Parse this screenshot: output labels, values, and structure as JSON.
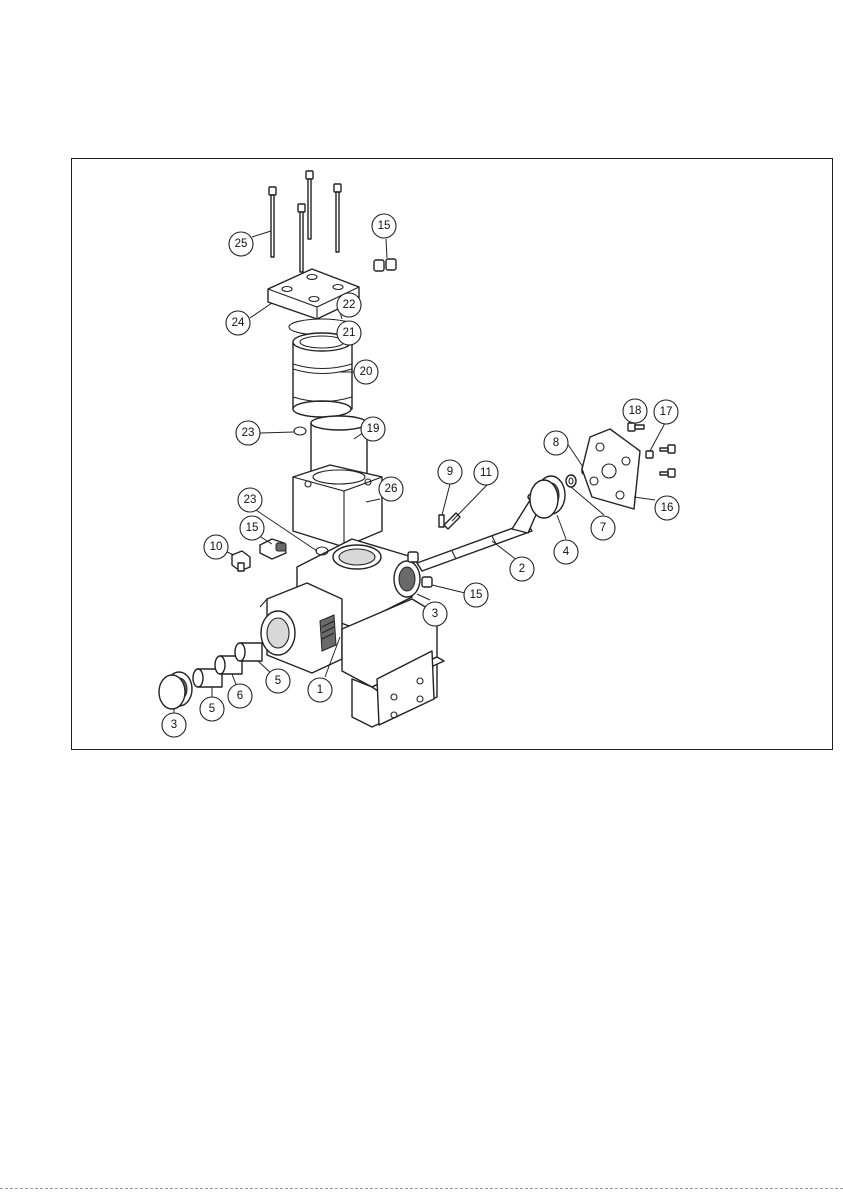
{
  "diagram": {
    "balloons": [
      {
        "id": "b25",
        "label": "25"
      },
      {
        "id": "b15a",
        "label": "15"
      },
      {
        "id": "b24",
        "label": "24"
      },
      {
        "id": "b22",
        "label": "22"
      },
      {
        "id": "b21",
        "label": "21"
      },
      {
        "id": "b20",
        "label": "20"
      },
      {
        "id": "b23a",
        "label": "23"
      },
      {
        "id": "b19",
        "label": "19"
      },
      {
        "id": "b26",
        "label": "26"
      },
      {
        "id": "b23b",
        "label": "23"
      },
      {
        "id": "b15b",
        "label": "15"
      },
      {
        "id": "b10",
        "label": "10"
      },
      {
        "id": "b9",
        "label": "9"
      },
      {
        "id": "b11",
        "label": "11"
      },
      {
        "id": "b8",
        "label": "8"
      },
      {
        "id": "b18",
        "label": "18"
      },
      {
        "id": "b17",
        "label": "17"
      },
      {
        "id": "b16",
        "label": "16"
      },
      {
        "id": "b7",
        "label": "7"
      },
      {
        "id": "b4",
        "label": "4"
      },
      {
        "id": "b2",
        "label": "2"
      },
      {
        "id": "b15c",
        "label": "15"
      },
      {
        "id": "b3a",
        "label": "3"
      },
      {
        "id": "b1",
        "label": "1"
      },
      {
        "id": "b5a",
        "label": "5"
      },
      {
        "id": "b6",
        "label": "6"
      },
      {
        "id": "b5b",
        "label": "5"
      },
      {
        "id": "b3b",
        "label": "3"
      }
    ]
  }
}
